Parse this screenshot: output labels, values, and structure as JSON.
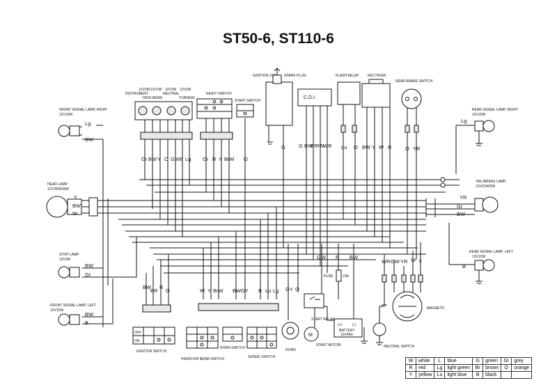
{
  "title": "ST50-6, ST110-6",
  "components": {
    "front_signal_right": [
      "FRONT SIGNAL LAMP, RIGHT",
      "12V15W"
    ],
    "head_lamp": [
      "HEAD LAMP",
      "12V35W/35W"
    ],
    "stop_lamp": [
      "STOP LAMP",
      "12V3W"
    ],
    "front_signal_left": [
      "FRONT SIGNAL LAMP, LEFT",
      "12V15W"
    ],
    "rear_signal_right": [
      "REAR SIGNAL LAMP, RIGHT",
      "12V10W"
    ],
    "tail_brake": [
      "TAIL/BRAKE LAMP",
      "12V21W/5W"
    ],
    "rear_signal_left": [
      "REAR SIGNAL LAMP, LEFT",
      "12V10W"
    ],
    "meter_labels": [
      "12V2W",
      "12V1W",
      "12V2W",
      "12V2W",
      "INSTRUMENT",
      "HIGH BEAM",
      "NEUTRAL",
      "TURNING"
    ],
    "night_switch": "NIGHT SWITCH",
    "start_switch": "START SWITCH",
    "ignition_coil": "IGNITION COIL",
    "spark_plug": "SPARK PLUG",
    "cdi": "C.D.I.",
    "flash_relay": "FLASH RELAY",
    "rectifier": "RECTIFIER",
    "rear_brake_switch": "REAR BRAKE SWITCH",
    "ignition_switch": "IGNITION SWITCH",
    "high_low_beam_switch": "HIGH/LOW BEAM SWITCH",
    "horn_switch": "HORN SWITCH",
    "signal_switch": "SIGNAL SWITCH",
    "horn": "HORN",
    "start_relay": "START RELAY",
    "start_motor": "START MOTOR",
    "battery": [
      "BATTERY",
      "12V4Ah"
    ],
    "fuse": [
      "FUSE",
      "10A"
    ],
    "neutral_switch": "NEUTRAL SWITCH",
    "magneto": "MAGNETO",
    "ign_off": "OFF",
    "ign_on": "ON",
    "motor_symbol": "M"
  },
  "wire_labels": {
    "meter": [
      "Gr",
      "BW",
      "Y",
      "O",
      "GW",
      "B",
      "Lg"
    ],
    "night": [
      "Gr",
      "R",
      "Y",
      "BrW"
    ],
    "start": "O",
    "coil": "G",
    "cdi": [
      "G",
      "BW",
      "BR",
      "YR",
      "WR"
    ],
    "flash": [
      "Lu",
      "O"
    ],
    "rectifier": [
      "BW",
      "Y",
      "W",
      "R"
    ],
    "brake": [
      "O",
      "YR"
    ],
    "fsr": [
      "Lg",
      "BW"
    ],
    "head": [
      "Y",
      "BW",
      "W"
    ],
    "stop": [
      "BW",
      "Gr"
    ],
    "fsl": [
      "BW",
      "B"
    ],
    "rsr": "Lg",
    "tail": [
      "YR",
      "Gr",
      "BW"
    ],
    "rsl": "B",
    "ign": [
      "BW",
      "BR",
      "R",
      "O"
    ],
    "beam": [
      "W",
      "Y",
      "BrW"
    ],
    "sig": [
      "BW",
      "GY",
      "B",
      "Lu",
      "Lg"
    ],
    "horn": [
      "GY",
      "O"
    ],
    "mid": [
      "GW",
      "R",
      "BW"
    ],
    "mag": [
      "WR",
      "GW",
      "YR",
      "W",
      "Y"
    ],
    "batt": [
      "(+)",
      "(-)"
    ]
  },
  "legend": [
    [
      "W",
      "white",
      "L",
      "blue",
      "G",
      "green",
      "Gr",
      "grey"
    ],
    [
      "R",
      "red",
      "Lg",
      "light green",
      "Br",
      "brown",
      "O",
      "orange"
    ],
    [
      "Y",
      "yellow",
      "Lu",
      "light blue",
      "B",
      "black",
      "",
      ""
    ]
  ]
}
